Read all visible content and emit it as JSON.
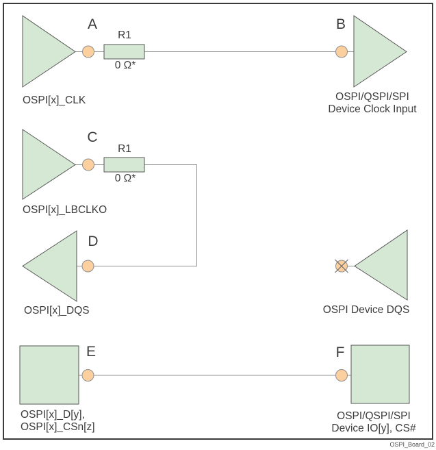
{
  "figure": {
    "board_id": "OSPI_Board_02",
    "points": {
      "a": "A",
      "b": "B",
      "c": "C",
      "d": "D",
      "e": "E",
      "f": "F"
    },
    "resistors": {
      "clk": {
        "name": "R1",
        "value": "0 Ω*"
      },
      "lbclko": {
        "name": "R1",
        "value": "0 Ω*"
      }
    },
    "signals": {
      "clk_source": "OSPI[x]_CLK",
      "clk_dest_line1": "OSPI/QSPI/SPI",
      "clk_dest_line2": "Device Clock Input",
      "lbclko_source": "OSPI[x]_LBCLKO",
      "dqs_source": "OSPI[x]_DQS",
      "dqs_device": "OSPI Device DQS",
      "data_source_line1": "OSPI[x]_D[y],",
      "data_source_line2": "OSPI[x]_CSn[z]",
      "data_dest_line1": "OSPI/QSPI/SPI",
      "data_dest_line2": "Device IO[y], CS#"
    },
    "colors": {
      "shape_fill": "#d5e8d4",
      "shape_stroke": "#565656",
      "pin_fill": "#fbcf9e",
      "pin_stroke": "#8f8f8f",
      "wire": "#909090",
      "border": "#3a3a3a",
      "text": "#3c3c3c"
    }
  }
}
